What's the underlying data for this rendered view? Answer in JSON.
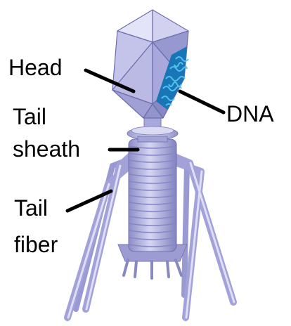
{
  "labels": {
    "head": "Head",
    "dna": "DNA",
    "tail_sheath_line1": "Tail",
    "tail_sheath_line2": "sheath",
    "tail_fiber_line1": "Tail",
    "tail_fiber_line2": "fiber"
  },
  "colors": {
    "capsid_light": "#dcdcf6",
    "capsid_mid": "#b8b8e6",
    "capsid_dark": "#8e8ec8",
    "body": "#a7a7da",
    "body_dark": "#7c7cb8",
    "dna": "#1f86c8",
    "leader": "#000000"
  }
}
